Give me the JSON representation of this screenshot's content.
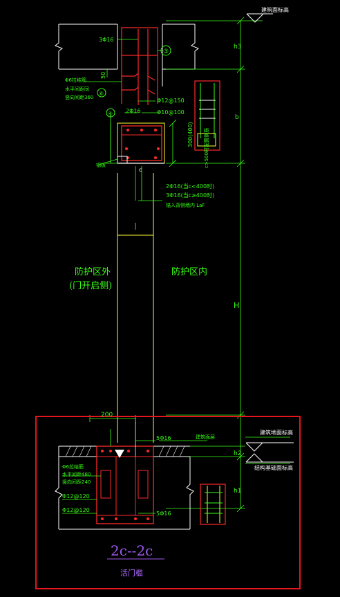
{
  "labels": {
    "top_right_elev": "建筑面标高",
    "bar_3phi16_top": "3Φ16",
    "circle_3": "③",
    "dim_50": "50",
    "phi6_stirrup": "Φ6拉结筋",
    "horiz_spacing": "水平间距同",
    "vert_spacing": "竖向间距360",
    "circle_6": "⑥",
    "circle_4": "④",
    "phi12_150": "Φ12@150",
    "bar_2phi16": "2Φ16",
    "phi10_100": "Φ10@100",
    "dim_300_400": "300(400)",
    "gang_ban": "钢板",
    "c_label": "c",
    "c_500": "c>500时配置钢筋",
    "bars_2phi16_c400": "2Φ16(当c<400时)",
    "bars_3phi16_c400": "3Φ16(当c≥400时)",
    "anchor": "锚入背侧墙内 LaF",
    "left_zone_1": "防护区外",
    "left_zone_2": "(门开启侧)",
    "right_zone": "防护区内",
    "dim_h3": "h3",
    "dim_b": "b",
    "dim_H": "H",
    "dim_h2": "h2",
    "dim_h1": "h1",
    "dim_200": "200",
    "bar_5phi16_top": "5Φ16",
    "bld_elev": "建筑面层",
    "bld_floor_elev": "建筑地面标高",
    "struct_floor_elev": "结构基础面标高",
    "phi6_stirrup_b": "Φ6拉结筋",
    "horiz_spacing_480": "水平间距480",
    "vert_spacing_240": "竖向间距240",
    "phi12_120_a": "Φ12@120",
    "phi12_120_b": "Φ12@120",
    "bar_5phi16_bot": "5Φ16",
    "section_title": "2c--2c",
    "section_sub": "活门槛"
  },
  "colors": {
    "background": "#000000",
    "dim_lines": "#39ff14",
    "wall_lines": "#ffffff",
    "rebar": "#ff2a2a",
    "outline": "#ffff33",
    "highlight_box": "#e8141e",
    "title": "#a05af0"
  }
}
